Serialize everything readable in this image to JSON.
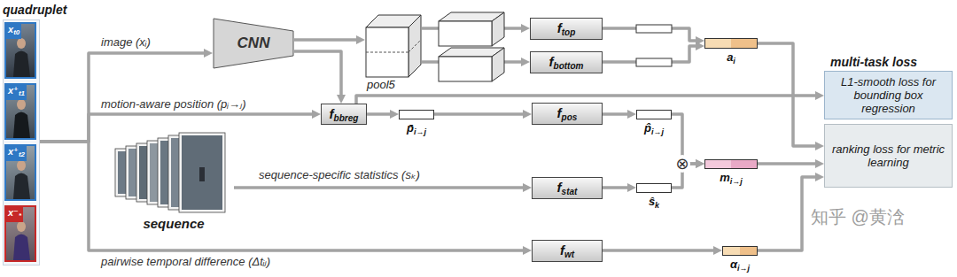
{
  "diagram": {
    "nodes": [
      {
        "text": [
          "quadruplet"
        ]
      },
      {
        "text": [
          "x",
          "t0"
        ],
        "in": 0
      },
      {
        "text": [
          "x⁺",
          "t1"
        ],
        "in": 0
      },
      {
        "text": [
          "x⁺",
          "t2"
        ],
        "in": 0
      },
      {
        "text": [
          "x⁻",
          "*"
        ],
        "in": 0
      },
      {
        "text": [
          "CNN"
        ]
      },
      {
        "text": [
          "pool5"
        ]
      },
      {
        "text": [
          "f",
          "top"
        ]
      },
      {
        "text": [
          "f",
          "bottom"
        ]
      },
      {
        "text": [
          "a",
          "i"
        ]
      },
      {
        "text": [
          "f",
          "bbreg"
        ]
      },
      {
        "text": [
          "p̄",
          "i→j"
        ]
      },
      {
        "text": [
          "f",
          "pos"
        ]
      },
      {
        "text": [
          "p̂",
          "i→j"
        ]
      },
      {
        "text": [
          "sequence"
        ]
      },
      {
        "text": [
          "f",
          "stat"
        ]
      },
      {
        "text": [
          "ŝ",
          "k"
        ]
      },
      {
        "text": [
          "m",
          "i→j"
        ]
      },
      {
        "text": [
          "f",
          "wt"
        ]
      },
      {
        "text": [
          "α",
          "i→j"
        ]
      },
      {
        "text": [
          "L1-smooth loss for bounding box regression"
        ]
      },
      {
        "text": [
          "ranking loss for metric learning"
        ]
      }
    ],
    "edges": [
      {
        "from": 0,
        "to": 5,
        "arrow": "to",
        "label": "image (xᵢ)"
      },
      {
        "from": 5,
        "to": 6,
        "arrow": "to"
      },
      {
        "from": 5,
        "to": 10,
        "arrow": "to"
      },
      {
        "from": 6,
        "to": 7,
        "arrow": "to"
      },
      {
        "from": 6,
        "to": 8,
        "arrow": "to"
      },
      {
        "from": 7,
        "to": 9,
        "arrow": "to"
      },
      {
        "from": 8,
        "to": 9,
        "arrow": "to"
      },
      {
        "from": 0,
        "to": 10,
        "arrow": "to",
        "label": "motion-aware position (pᵢ→ⱼ)"
      },
      {
        "from": 10,
        "to": 11,
        "arrow": "to"
      },
      {
        "from": 10,
        "to": 20,
        "arrow": "to"
      },
      {
        "from": 11,
        "to": 12,
        "arrow": "to"
      },
      {
        "from": 12,
        "to": 13,
        "arrow": "to"
      },
      {
        "from": 13,
        "to": 17,
        "arrow": "to"
      },
      {
        "from": 14,
        "to": 15,
        "arrow": "to",
        "label": "sequence-specific statistics (sₖ)"
      },
      {
        "from": 15,
        "to": 16,
        "arrow": "to"
      },
      {
        "from": 16,
        "to": 17,
        "arrow": "to"
      },
      {
        "from": 9,
        "to": 21,
        "arrow": "to"
      },
      {
        "from": 17,
        "to": 21,
        "arrow": "to"
      },
      {
        "from": 0,
        "to": 18,
        "arrow": "to",
        "label": "pairwise temporal difference (Δtᵢⱼ)"
      },
      {
        "from": 18,
        "to": 19,
        "arrow": "to"
      },
      {
        "from": 19,
        "to": 21,
        "arrow": "to"
      }
    ],
    "labels": [
      "multi-task loss",
      "⊗",
      "知乎 @黄浛"
    ]
  }
}
